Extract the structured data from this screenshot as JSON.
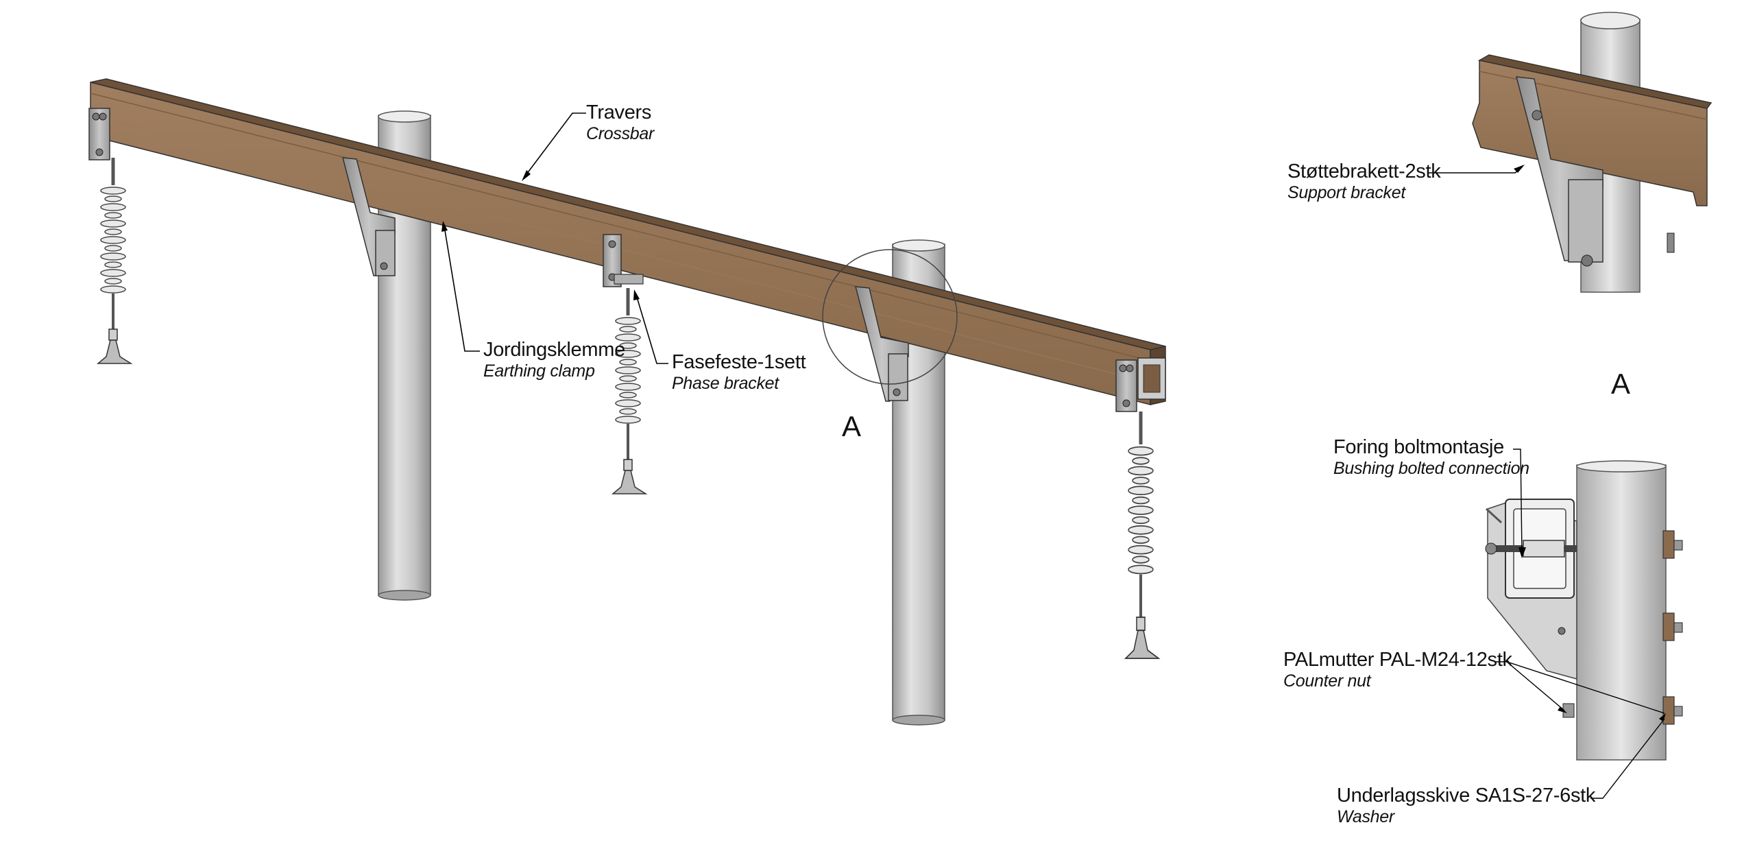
{
  "labels": {
    "travers": {
      "main": "Travers",
      "sub": "Crossbar"
    },
    "jordingsklemme": {
      "main": "Jordingsklemme",
      "sub": "Earthing clamp"
    },
    "fasefeste": {
      "main": "Fasefeste-1sett",
      "sub": "Phase bracket"
    },
    "stottebrakett": {
      "main": "Støttebrakett-2stk",
      "sub": "Support bracket"
    },
    "foring": {
      "main": "Foring boltmontasje",
      "sub": "Bushing bolted connection"
    },
    "palmutter": {
      "main": "PALmutter PAL-M24-12stk",
      "sub": "Counter nut"
    },
    "underlagsskive": {
      "main": "Underlagsskive SA1S-27-6stk",
      "sub": "Washer"
    }
  },
  "detail": {
    "marker": "A",
    "title": "A"
  },
  "colors": {
    "wood": "#8b6b4e",
    "wood_dark": "#6a4f37",
    "steel": "#b9b9b9",
    "insulator": "#e6e6e6",
    "line": "#000000"
  }
}
